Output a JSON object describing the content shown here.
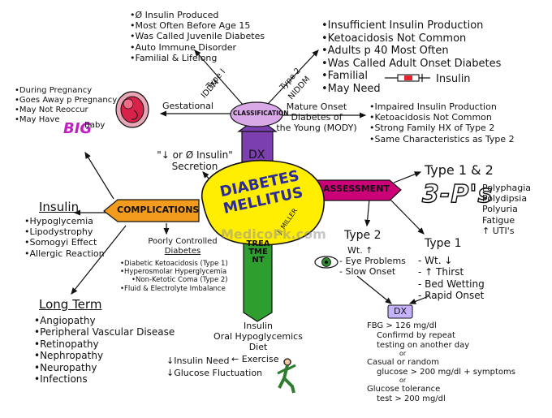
{
  "center": {
    "title_line1": "DIABETES",
    "title_line2": "MELLITUS",
    "signature": "J. MILLER"
  },
  "branches": {
    "dx": "DX",
    "classification": "CLASSIFICATION",
    "assessment": "ASSESSMENT",
    "complications": "COMPLICATIONS",
    "treatment": "TREATMENT"
  },
  "watermark": "MedicoPk.com",
  "classification": {
    "type1_label": "Type I",
    "type1_sub": "IDDM",
    "type1_items": [
      "Ø Insulin Produced",
      "Most Often Before Age 15",
      "Was Called Juvenile Diabetes",
      "Auto Immune Disorder",
      "Familial & Lifelong"
    ],
    "type2_label": "Type 2",
    "type2_sub": "NIDDM",
    "type2_items": [
      "Insufficient Insulin Production",
      "Ketoacidosis Not Common",
      "Adults p 40 Most Often",
      "Was Called Adult Onset Diabetes",
      "Familial",
      "May Need"
    ],
    "type2_insulin": "Insulin",
    "gestational_label": "Gestational",
    "gestational_items": [
      "During Pregnancy",
      "Goes Away p Pregnancy",
      "May Not Reoccur",
      "May Have"
    ],
    "big_word": "BIG",
    "baby_word": "Baby",
    "mody_lines": [
      "Mature Onset",
      "Diabetes of",
      "the Young (MODY)"
    ],
    "mody_items": [
      "Impaired Insulin Production",
      "Ketoacidosis Not Common",
      "Strong Family HX of Type 2",
      "Same Characteristics as Type 2"
    ]
  },
  "dx_note": {
    "line1": "\"↓ or Ø Insulin\"",
    "line2": "Secretion"
  },
  "assessment": {
    "types_title": "Type 1 & 2",
    "three_ps": "3-P's",
    "ps_items": [
      "Polyphagia",
      "Polydipsia",
      "Polyuria",
      "Fatigue",
      "↑ UTI's"
    ],
    "type2_title": "Type 2",
    "type2_items": [
      "Wt. ↑",
      "- Eye Problems",
      "- Slow Onset"
    ],
    "type1_title": "Type 1",
    "type1_items": [
      "Wt. ↓",
      "↑ Thirst",
      "Bed Wetting",
      "Rapid Onset"
    ],
    "dx_box": "DX",
    "dx_lines": [
      "FBG > 126 mg/dl",
      "Confirmd by repeat",
      "testing on another day",
      "or",
      "Casual or random",
      "glucose > 200 mg/dl + symptoms",
      "or",
      "Glucose tolerance",
      "test > 200 mg/dl"
    ]
  },
  "complications": {
    "insulin_title": "Insulin",
    "insulin_items": [
      "Hypoglycemia",
      "Lipodystrophy",
      "Somogyi Effect",
      "Allergic Reaction"
    ],
    "poor_title_1": "Poorly Controlled",
    "poor_title_2": "Diabetes",
    "poor_items": [
      "Diabetic Ketoacidosis (Type 1)",
      "Hyperosmolar Hyperglycemia",
      "Non-Ketotic Coma (Type 2)",
      "Fluid & Electrolyte Imbalance"
    ],
    "long_title": "Long Term",
    "long_items": [
      "Angiopathy",
      "Peripheral Vascular Disease",
      "Retinopathy",
      "Nephropathy",
      "Neuropathy",
      "Infections"
    ]
  },
  "treatment": {
    "items": [
      "Insulin",
      "Oral Hypoglycemics",
      "Diet",
      "← Exercise"
    ],
    "need": "↓Insulin Need",
    "fluct": "↓Glucose Fluctuation"
  },
  "colors": {
    "center": "#ffee00",
    "classification": "#d9a8e6",
    "assessment": "#cc0077",
    "complications": "#f29b1c",
    "treatment": "#2e9e2e",
    "dx": "#7b3fb0",
    "dx_box": "#c6b3ff"
  }
}
